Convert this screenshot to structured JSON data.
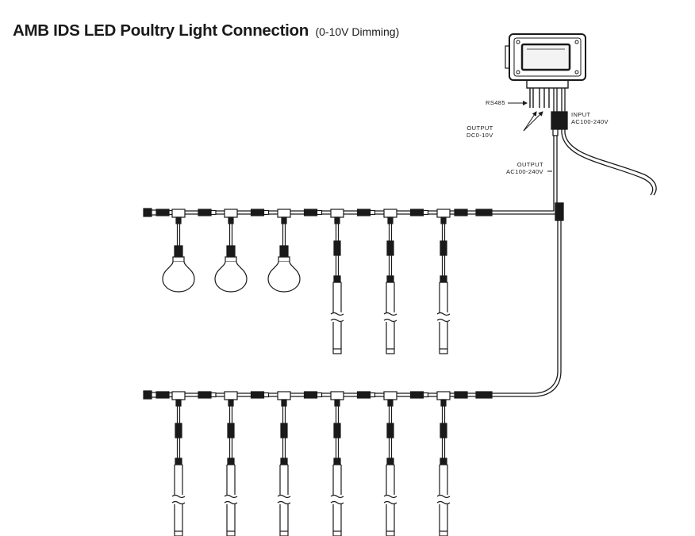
{
  "header": {
    "title": "AMB IDS LED Poultry Light Connection",
    "subtitle": "(0-10V Dimming)"
  },
  "controller": {
    "labels": {
      "rs485": "RS485",
      "output_dc_1": "OUTPUT",
      "output_dc_2": "DC0-10V",
      "input_1": "INPUT",
      "input_2": "AC100-240V",
      "output_ac_1": "OUTPUT",
      "output_ac_2": "AC100-240V"
    }
  },
  "rows": [
    {
      "lamps": [
        "bulb",
        "bulb",
        "bulb",
        "tube",
        "tube",
        "tube"
      ]
    },
    {
      "lamps": [
        "tube",
        "tube",
        "tube",
        "tube",
        "tube",
        "tube"
      ]
    }
  ],
  "colors": {
    "line": "#1a1a1a",
    "background": "#ffffff"
  }
}
